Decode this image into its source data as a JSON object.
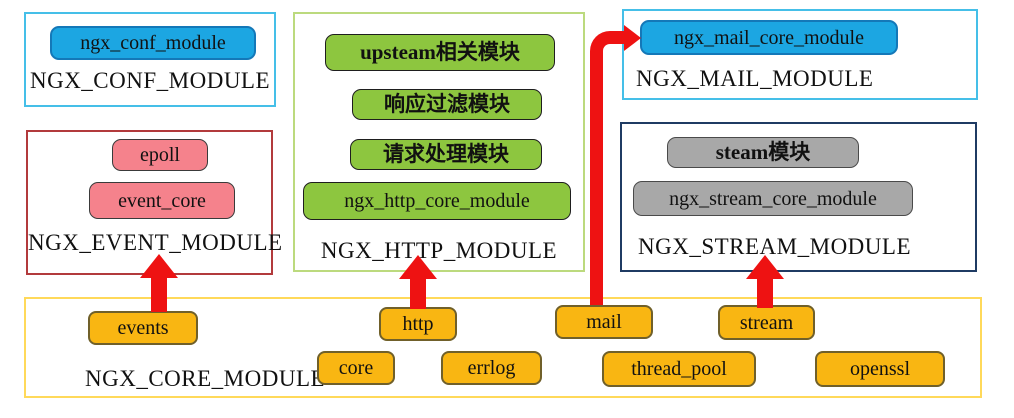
{
  "boxes": {
    "conf": {
      "label": "NGX_CONF_MODULE",
      "items": [
        "ngx_conf_module"
      ]
    },
    "event": {
      "label": "NGX_EVENT_MODULE",
      "items": [
        "epoll",
        "event_core"
      ]
    },
    "http": {
      "label": "NGX_HTTP_MODULE",
      "items": [
        "upsteam相关模块",
        "响应过滤模块",
        "请求处理模块",
        "ngx_http_core_module"
      ]
    },
    "mail": {
      "label": "NGX_MAIL_MODULE",
      "items": [
        "ngx_mail_core_module"
      ]
    },
    "stream": {
      "label": "NGX_STREAM_MODULE",
      "items": [
        "steam模块",
        "ngx_stream_core_module"
      ]
    },
    "core": {
      "label": "NGX_CORE_MODULE",
      "items": [
        "events",
        "http",
        "mail",
        "stream",
        "core",
        "errlog",
        "thread_pool",
        "openssl"
      ]
    }
  },
  "arrows": [
    {
      "from": "events",
      "to": "NGX_EVENT_MODULE",
      "shape": "up"
    },
    {
      "from": "http",
      "to": "NGX_HTTP_MODULE",
      "shape": "up"
    },
    {
      "from": "mail",
      "to": "NGX_MAIL_MODULE",
      "shape": "elbow-up-right"
    },
    {
      "from": "stream",
      "to": "NGX_STREAM_MODULE",
      "shape": "up"
    }
  ],
  "colors": {
    "arrow_red": "#EE1212",
    "blue_fill": "#1CA6E2",
    "cyan_border": "#45BFE8",
    "red_border": "#B23A3C",
    "pink_fill": "#F5828C",
    "green_fill": "#8DC63F",
    "green_border": "#BCDA7E",
    "gray_fill": "#A8A8A8",
    "navy_border": "#1F3B63",
    "amber_fill": "#F9B612",
    "gold_border": "#FFD95A"
  }
}
